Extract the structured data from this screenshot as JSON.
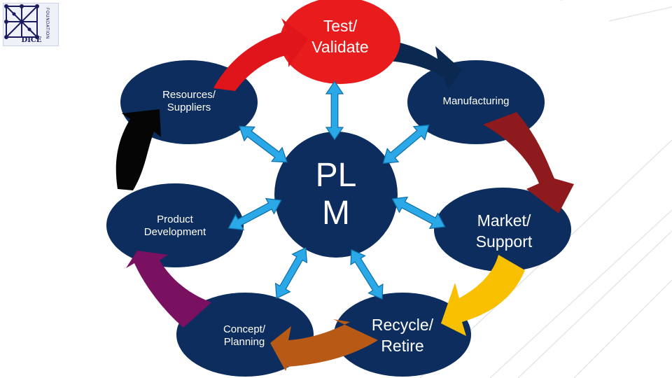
{
  "logo": {
    "name": "DICE",
    "side_text": "FOUNDATION"
  },
  "center": {
    "line1": "PL",
    "line2": "M"
  },
  "stages": {
    "test_validate": {
      "line1": "Test/",
      "line2": "Validate"
    },
    "manufacturing": {
      "line1": "Manufacturing"
    },
    "market_support": {
      "line1": "Market/",
      "line2": "Support"
    },
    "recycle_retire": {
      "line1": "Recycle/",
      "line2": "Retire"
    },
    "concept_planning": {
      "line1": "Concept/",
      "line2": "Planning"
    },
    "product_development": {
      "line1": "Product",
      "line2": "Development"
    },
    "resources_suppliers": {
      "line1": "Resources/",
      "line2": "Suppliers"
    }
  },
  "colors": {
    "node_fill": "#0c2d5e",
    "test_node_fill": "#e81c1c",
    "double_arrow": "#2aa8e8",
    "arrow_red": "#e0141b",
    "arrow_navy": "#0a2850",
    "arrow_dark_red": "#8e1a1d",
    "arrow_yellow": "#f8c000",
    "arrow_orange": "#b85a16",
    "arrow_purple": "#7a1060",
    "arrow_black": "#050505"
  }
}
